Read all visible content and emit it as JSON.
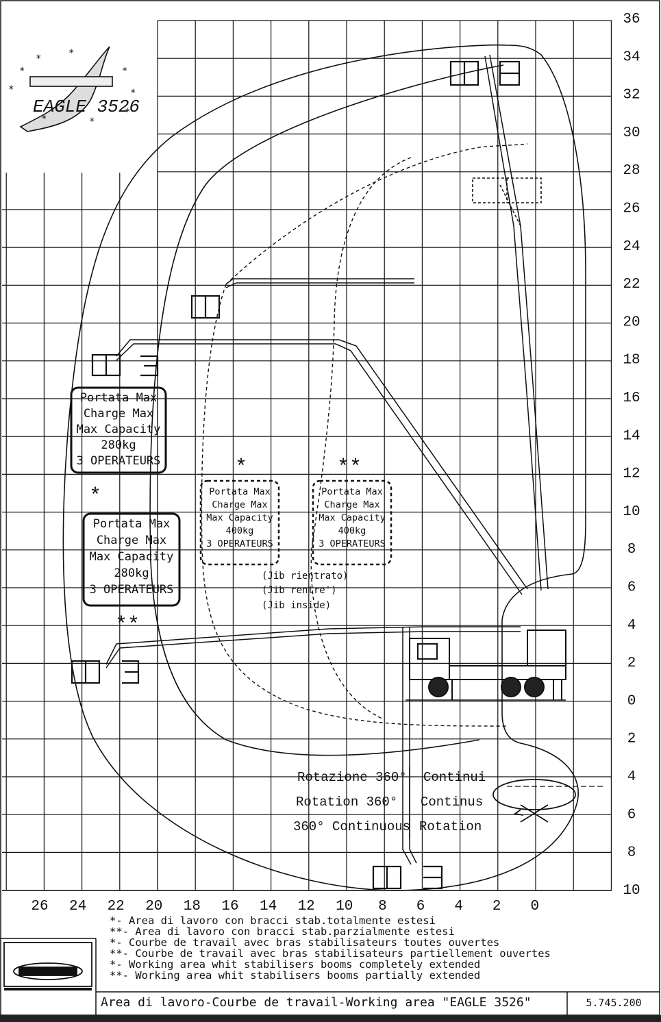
{
  "diagram": {
    "y_axis_ticks": [
      "36",
      "34",
      "32",
      "30",
      "28",
      "26",
      "24",
      "22",
      "20",
      "18",
      "16",
      "14",
      "12",
      "10",
      "8",
      "6",
      "4",
      "2",
      "0",
      "2",
      "4",
      "6",
      "8",
      "10"
    ],
    "x_axis_ticks": [
      "26",
      "24",
      "22",
      "20",
      "18",
      "16",
      "14",
      "12",
      "10",
      "8",
      "6",
      "4",
      "2",
      "0"
    ],
    "capacity_box_1": [
      "Portata Max",
      "Charge Max",
      "Max Capacity",
      "280kg",
      "3 OPERATEURS"
    ],
    "capacity_box_2": [
      "Portata Max",
      "Charge Max",
      "Max Capacity",
      "280kg",
      "3 OPERATEURS"
    ],
    "capacity_box_3": [
      "Portata Max",
      "Charge Max",
      "Max Capacity",
      "400kg",
      "3 OPERATEURS"
    ],
    "capacity_box_4": [
      "Portata Max",
      "Charge Max",
      "Max Capacity",
      "400kg",
      "3 OPERATEURS"
    ],
    "jib_notes": [
      "(Jib rientrato)",
      "(Jib rentre')",
      "(Jib inside)"
    ],
    "rotation_left": [
      "Rotazione 360°",
      "Rotation 360°",
      "360° Continuous"
    ],
    "rotation_right": [
      "Continui",
      "Continus",
      "Rotation"
    ],
    "star_single": "*",
    "star_double": "**",
    "logo_text": "EAGLE 3526"
  },
  "legend": [
    "*- Area di lavoro con bracci stab.totalmente estesi",
    "**- Area di lavoro con bracci stab.parzialmente estesi",
    "*- Courbe de travail avec bras stabilisateurs toutes ouvertes",
    "**- Courbe de travail avec bras stabilisateurs partiellement ouvertes",
    "*- Working area whit stabilisers booms completely extended",
    "**- Working area whit stabilisers booms partially extended"
  ],
  "footer": {
    "title": "Area di lavoro-Courbe de travail-Working area \"EAGLE 3526\"",
    "code": "5.745.200"
  },
  "colors": {
    "line": "#111111",
    "background": "#ffffff"
  }
}
